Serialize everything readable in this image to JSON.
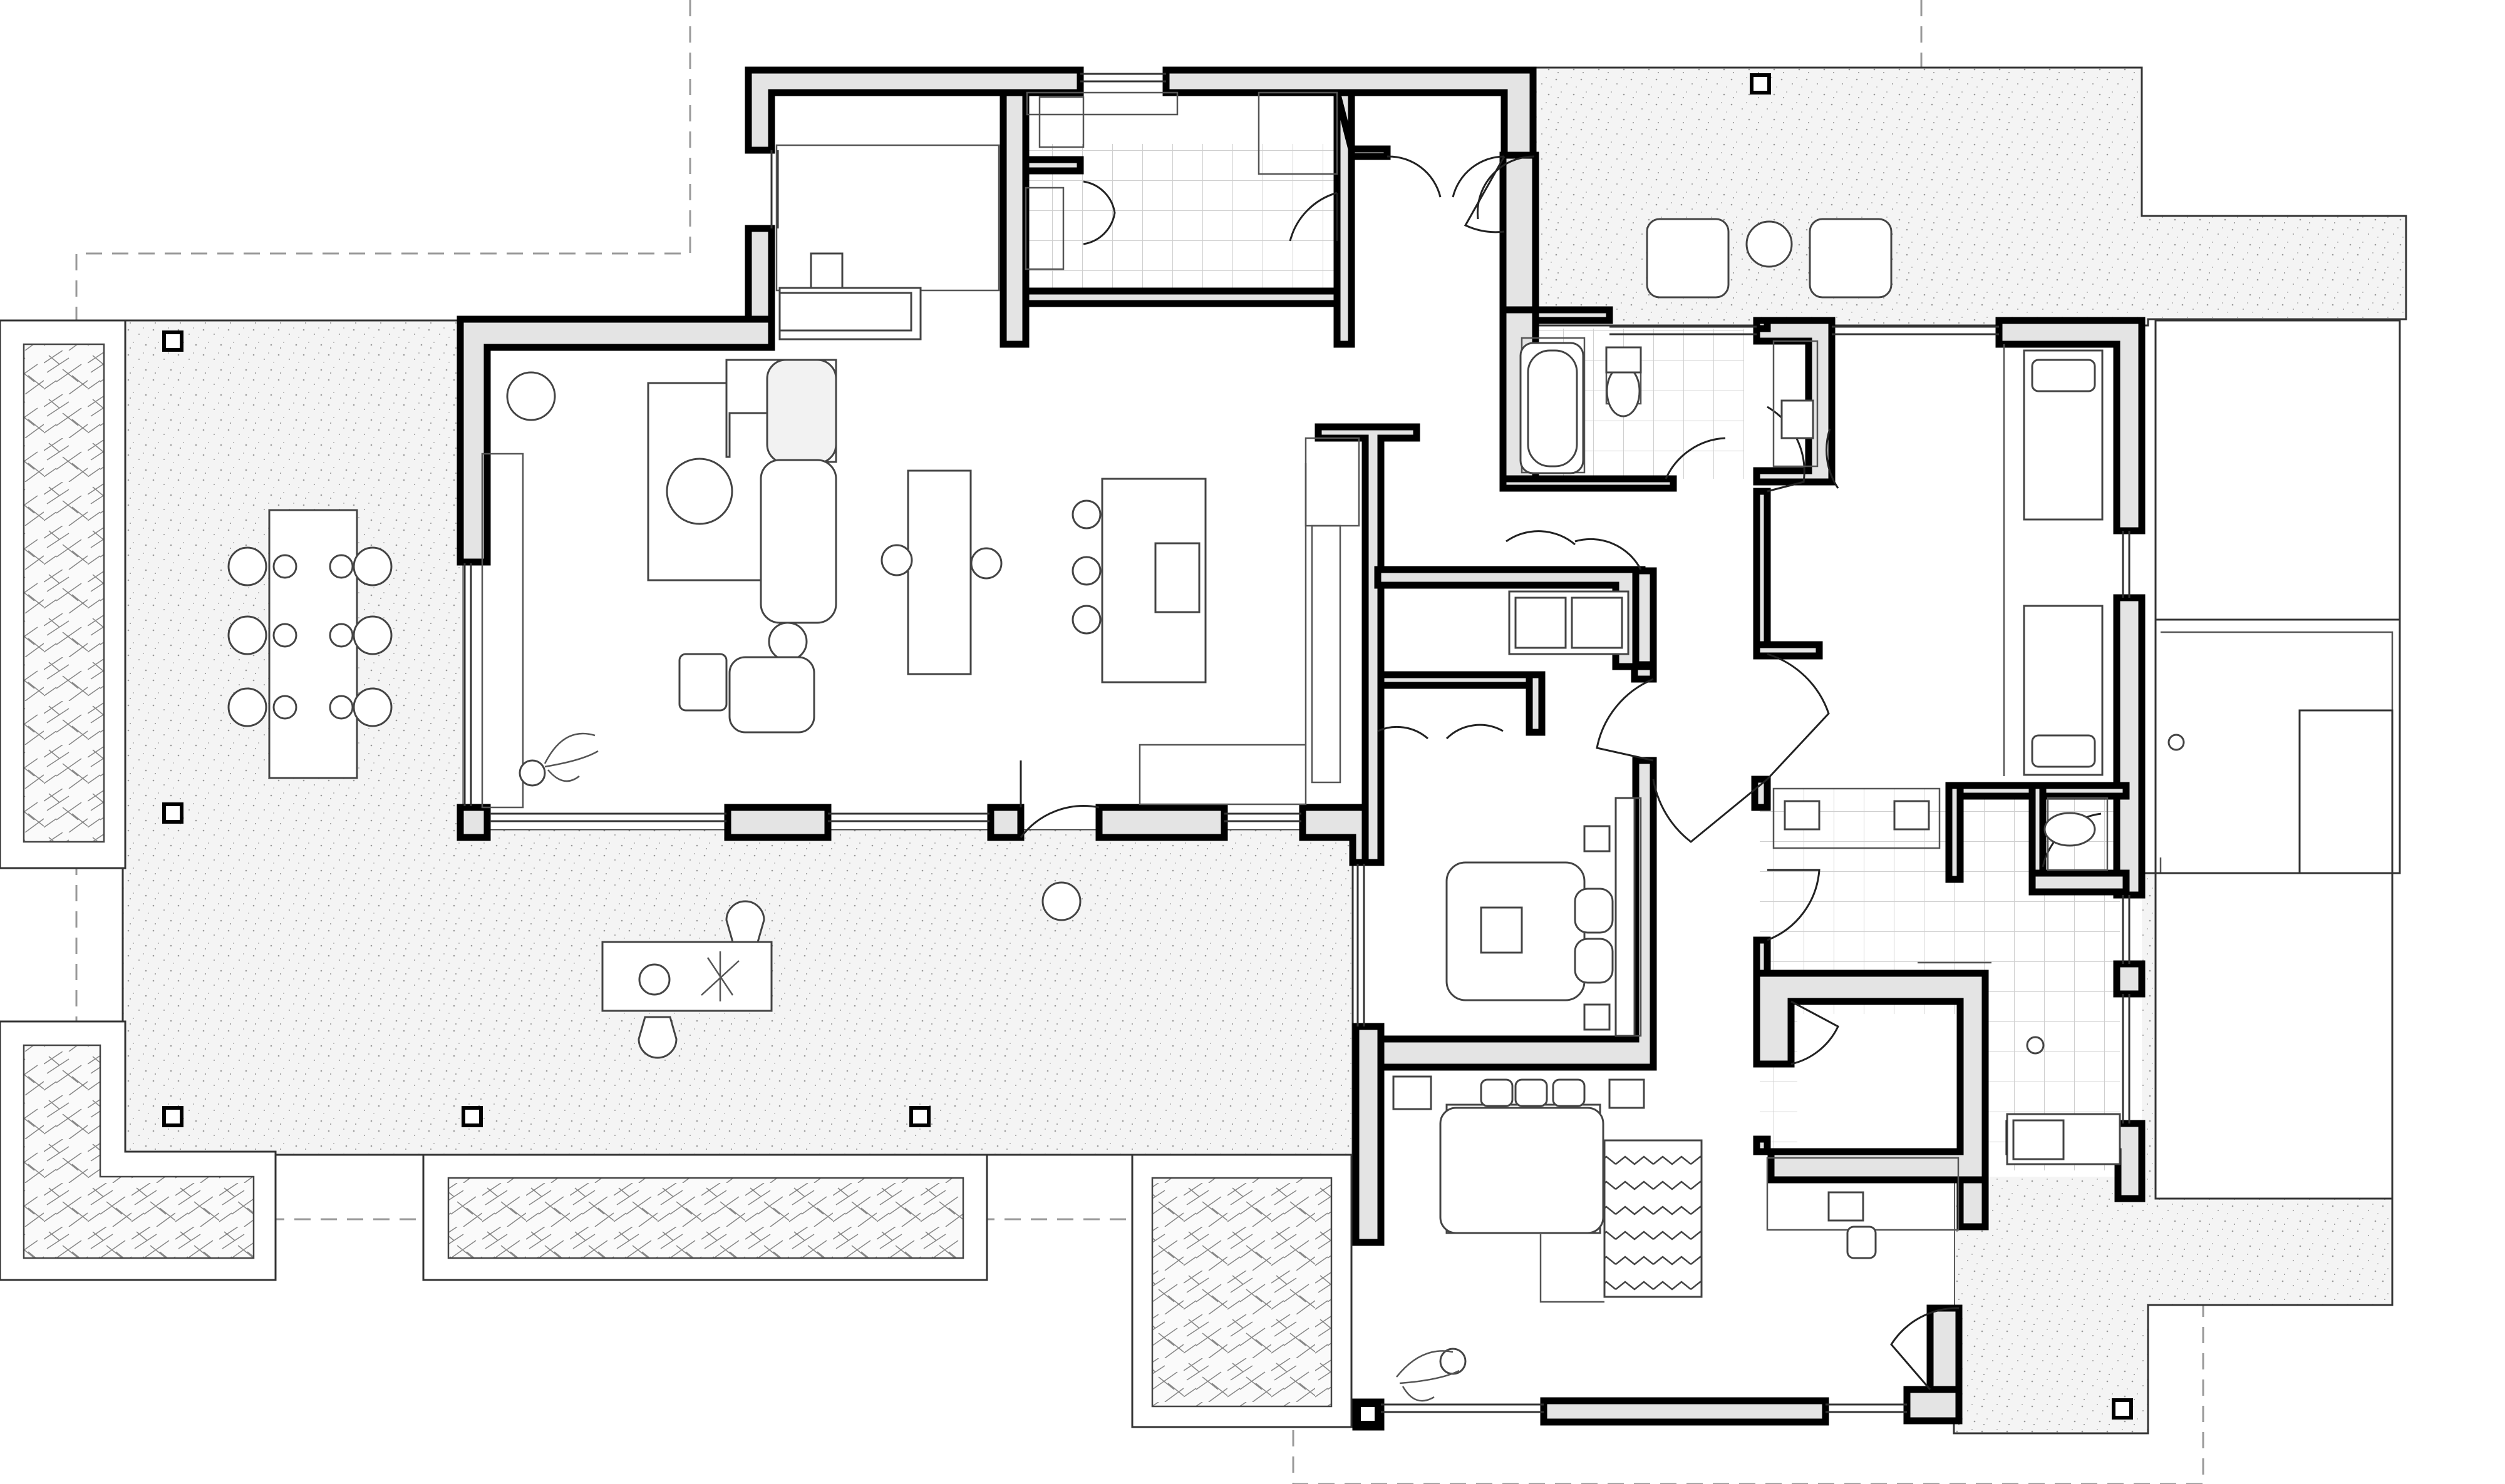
{
  "title": "",
  "drawing_type": "floor-plan",
  "colors": {
    "wall_fill": "#e4e4e4",
    "wall_stroke": "#000000",
    "terrace_fill": "#f3f3f3",
    "background": "#ffffff"
  },
  "rooms": [
    {
      "id": "living-kitchen",
      "type": "living-dining-kitchen"
    },
    {
      "id": "study",
      "type": "office"
    },
    {
      "id": "laundry",
      "type": "utility"
    },
    {
      "id": "bathroom-1",
      "type": "bathroom"
    },
    {
      "id": "bedroom-1",
      "type": "bedroom"
    },
    {
      "id": "bedroom-2",
      "type": "bedroom"
    },
    {
      "id": "bathroom-2",
      "type": "bathroom"
    },
    {
      "id": "master-bedroom",
      "type": "bedroom"
    },
    {
      "id": "closet",
      "type": "storage"
    },
    {
      "id": "terrace",
      "type": "outdoor"
    }
  ],
  "labels": []
}
